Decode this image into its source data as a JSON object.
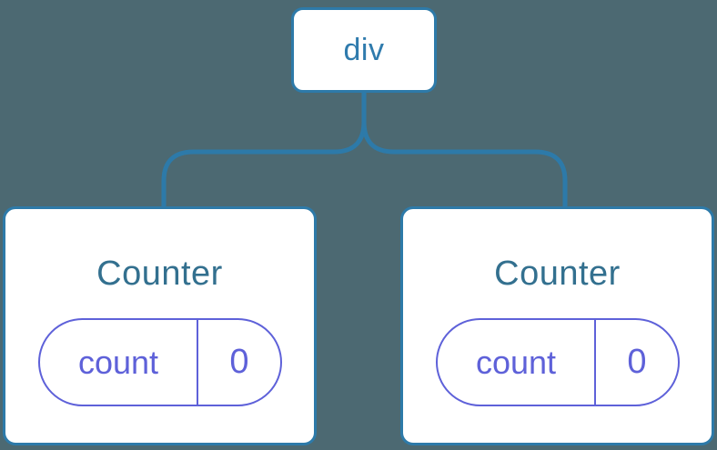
{
  "diagram": {
    "type": "component-tree",
    "background_color": "#4C6972",
    "node_fill_color": "#FFFFFF",
    "node_border_color": "#2D7AA9",
    "connector_color": "#2D7AA9",
    "root_label_color": "#2F7BAD",
    "component_label_color": "#33708F",
    "state_accent_color": "#5E61D9",
    "root": {
      "label": "div"
    },
    "children": [
      {
        "label": "Counter",
        "state": {
          "name": "count",
          "value": "0"
        }
      },
      {
        "label": "Counter",
        "state": {
          "name": "count",
          "value": "0"
        }
      }
    ]
  }
}
